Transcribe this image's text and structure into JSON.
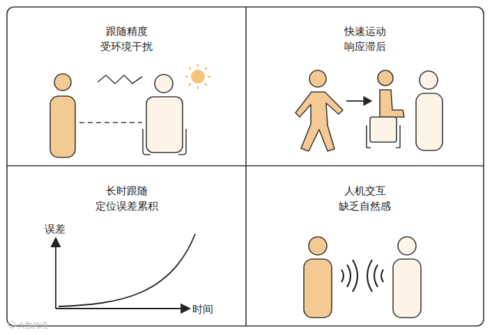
{
  "diagram": {
    "nodes": [
      {
        "text": [
          "跟随精度 受环境干扰"
        ]
      },
      {
        "text": [
          "快速运动 响应滞后"
        ]
      },
      {
        "text": [
          "长时跟随 定位误差累积"
        ]
      },
      {
        "text": [
          "人机交互 缺乏自然感"
        ]
      }
    ],
    "labels": [
      "误差",
      "时间",
      "大数跨境"
    ]
  }
}
